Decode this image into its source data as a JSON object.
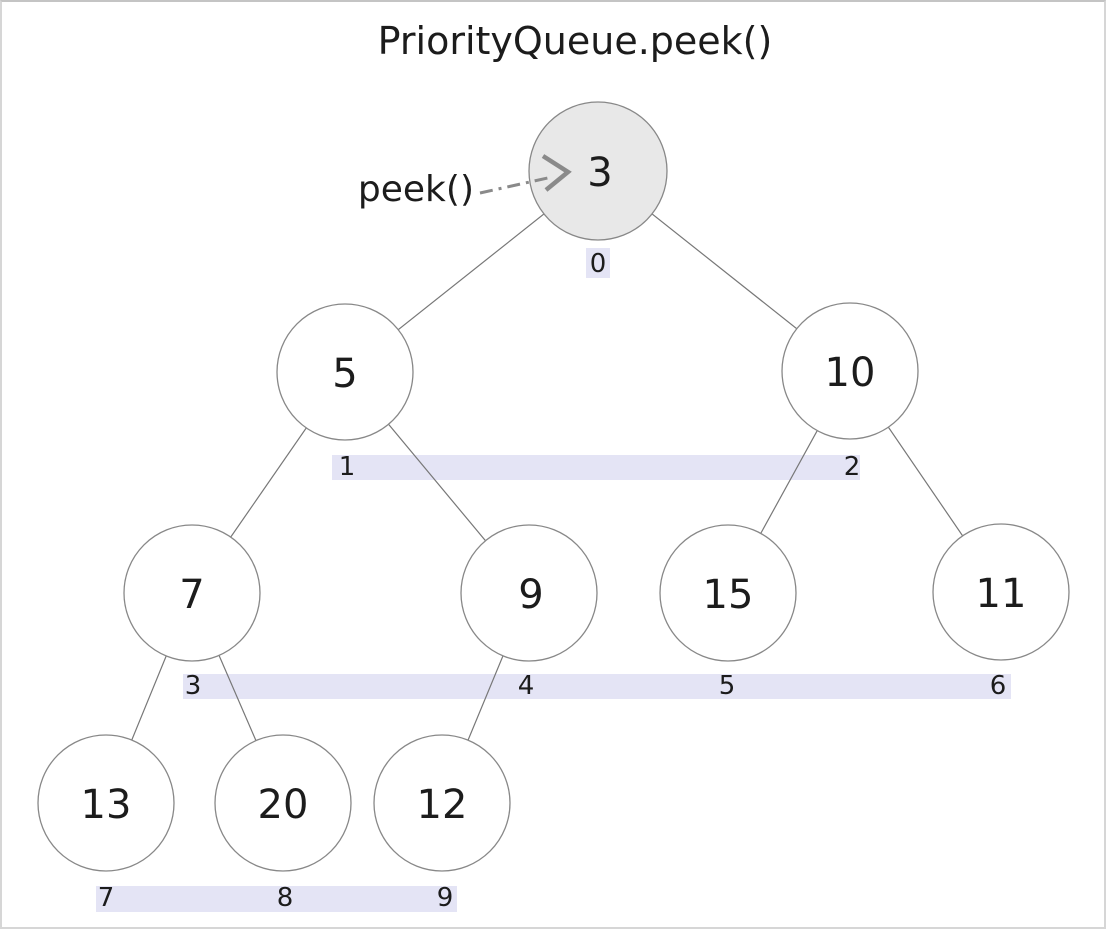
{
  "title": "PriorityQueue.peek()",
  "annotation": {
    "label": "peek()",
    "color": "#2222cc"
  },
  "colors": {
    "background": "#ffffff",
    "frame_border": "#d6d6d6",
    "node_fill": "#ffffff",
    "root_fill": "#e8e8e8",
    "node_border": "#888888",
    "edge": "#777777",
    "band_bg": "#e4e4f5",
    "text": "#1c1c1c",
    "arrow": "#8a8a8a"
  },
  "heap": {
    "array": [
      3,
      5,
      10,
      7,
      9,
      15,
      11,
      13,
      20,
      12
    ],
    "nodes": [
      {
        "value": "3",
        "index": "0",
        "highlighted": true
      },
      {
        "value": "5",
        "index": "1",
        "highlighted": false
      },
      {
        "value": "10",
        "index": "2",
        "highlighted": false
      },
      {
        "value": "7",
        "index": "3",
        "highlighted": false
      },
      {
        "value": "9",
        "index": "4",
        "highlighted": false
      },
      {
        "value": "15",
        "index": "5",
        "highlighted": false
      },
      {
        "value": "11",
        "index": "6",
        "highlighted": false
      },
      {
        "value": "13",
        "index": "7",
        "highlighted": false
      },
      {
        "value": "20",
        "index": "8",
        "highlighted": false
      },
      {
        "value": "12",
        "index": "9",
        "highlighted": false
      }
    ],
    "edges": [
      [
        0,
        1
      ],
      [
        0,
        2
      ],
      [
        1,
        3
      ],
      [
        1,
        4
      ],
      [
        2,
        5
      ],
      [
        2,
        6
      ],
      [
        3,
        7
      ],
      [
        3,
        8
      ],
      [
        4,
        9
      ]
    ]
  }
}
